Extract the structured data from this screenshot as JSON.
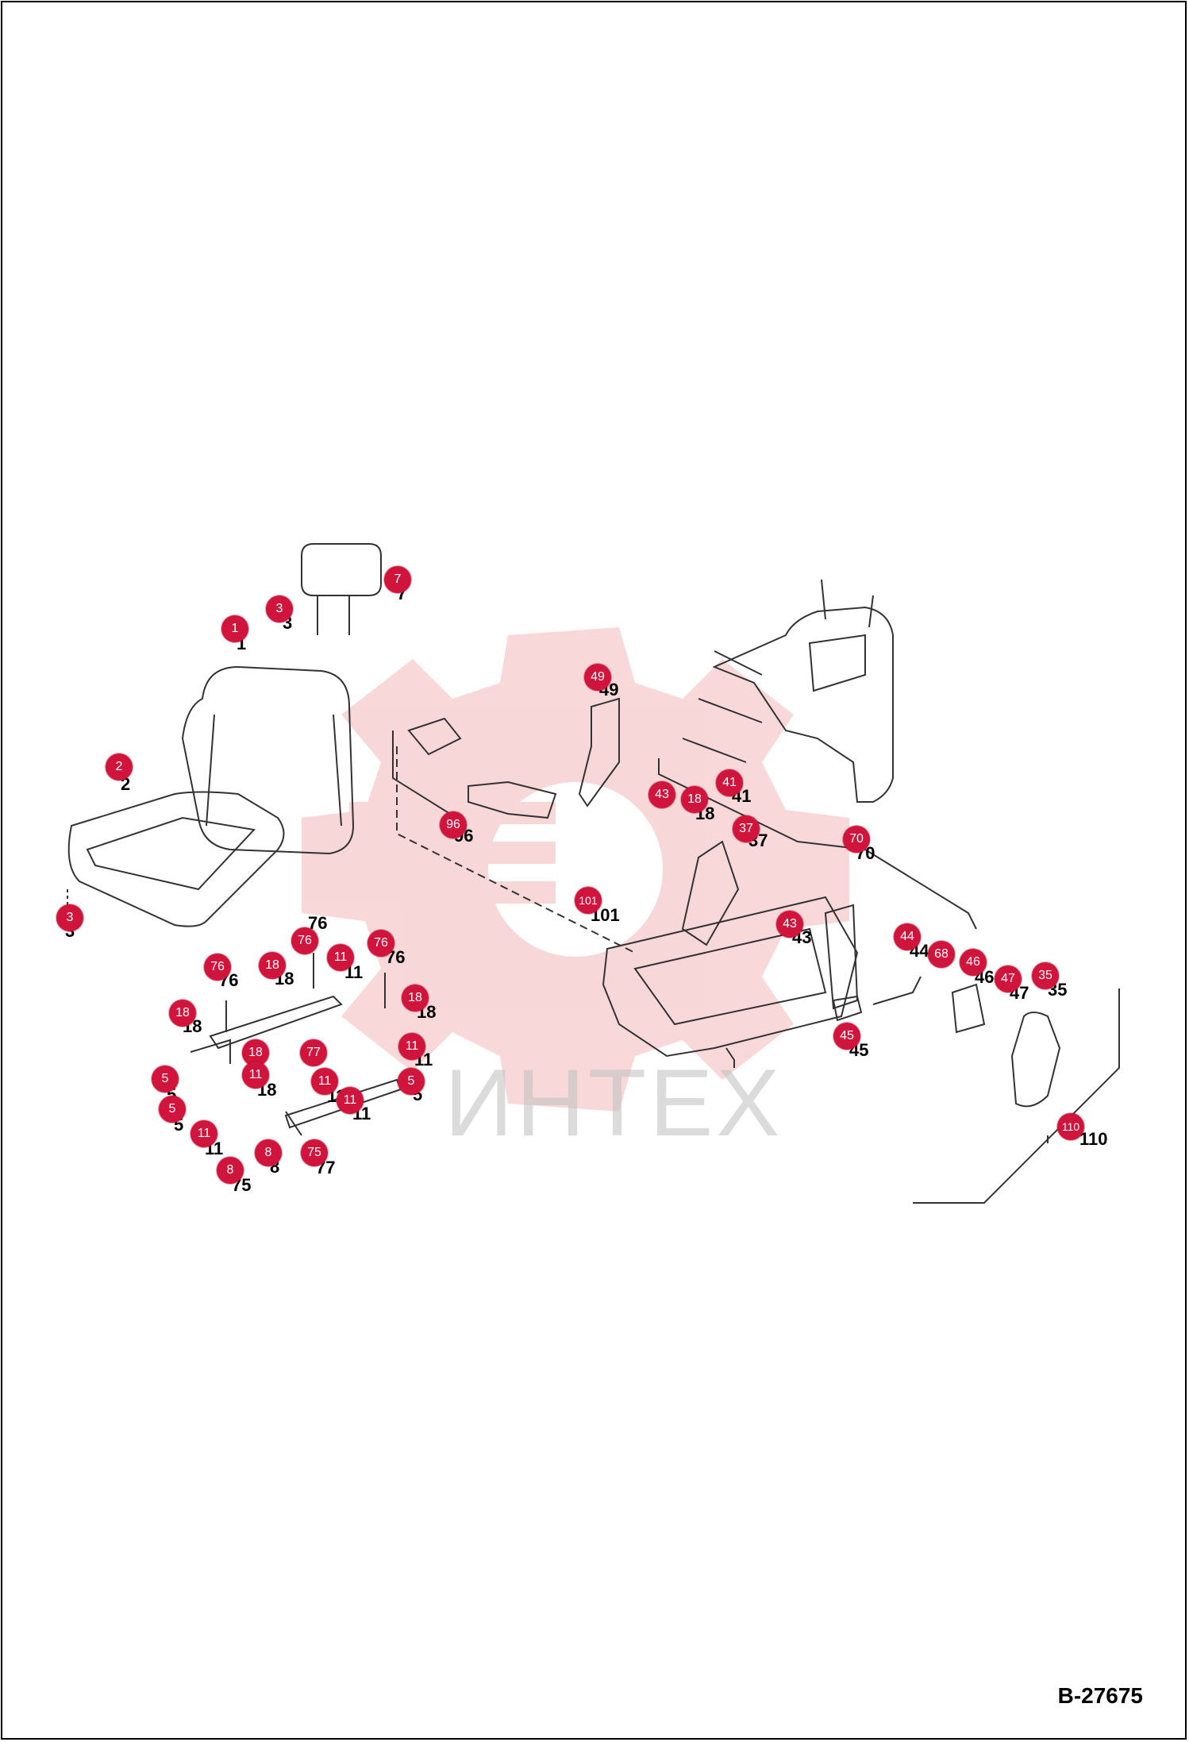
{
  "document": {
    "code": "B-27675",
    "watermark_text": "ИНТЕХ"
  },
  "callouts": [
    "1",
    "2",
    "3",
    "3",
    "7",
    "49",
    "96",
    "43",
    "18",
    "41",
    "37",
    "70",
    "101",
    "43",
    "44",
    "68",
    "46",
    "47",
    "35",
    "45",
    "110",
    "76",
    "76",
    "76",
    "18",
    "18",
    "18",
    "18",
    "11",
    "11",
    "11",
    "11",
    "11",
    "11",
    "5",
    "5",
    "5",
    "8",
    "8",
    "75",
    "77",
    "76"
  ],
  "print_labels": [
    "1",
    "2",
    "3",
    "3",
    "7",
    "49",
    "96",
    "18",
    "41",
    "37",
    "70",
    "101",
    "43",
    "44",
    "46",
    "47",
    "35",
    "45",
    "110",
    "76",
    "76",
    "76",
    "18",
    "18",
    "18",
    "18",
    "11",
    "11",
    "11",
    "11",
    "11",
    "5",
    "5",
    "5",
    "8",
    "75",
    "77"
  ],
  "colors": {
    "callout": "#d0143c",
    "watermark": "#f2b8b8",
    "line": "#333333"
  }
}
